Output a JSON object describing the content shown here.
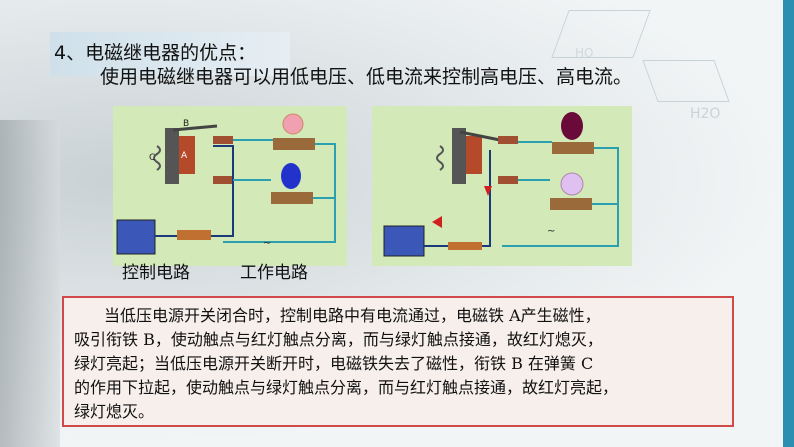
{
  "heading": "4、电磁继电器的优点：",
  "subtitle": "使用电磁继电器可以用低电压、低电流来控制高电压、高电流。",
  "diagram_labels": {
    "b": "B",
    "c": "C",
    "a": "A",
    "ac": "~"
  },
  "captions": {
    "control": "控制电路",
    "work": "工作电路"
  },
  "description_lines": [
    "当低压电源开关闭合时，控制电路中有电流通过，电磁铁 A产生磁性，",
    "吸引衔铁 B，使动触点与红灯触点分离，而与绿灯触点接通，故红灯熄灭，",
    "绿灯亮起；当低压电源开关断开时，电磁铁失去了磁性，衔铁 B 在弹簧 C",
    "的作用下拉起，使动触点与绿灯触点分离，而与红灯触点接通，故红灯亮起，",
    "绿灯熄灭。"
  ],
  "background_text": {
    "h2o": "H2O",
    "ho": "HO"
  },
  "colors": {
    "accent": "#2a8fb0",
    "box_border": "#d04a4a",
    "diagram_bg": "#d3e9b8"
  }
}
